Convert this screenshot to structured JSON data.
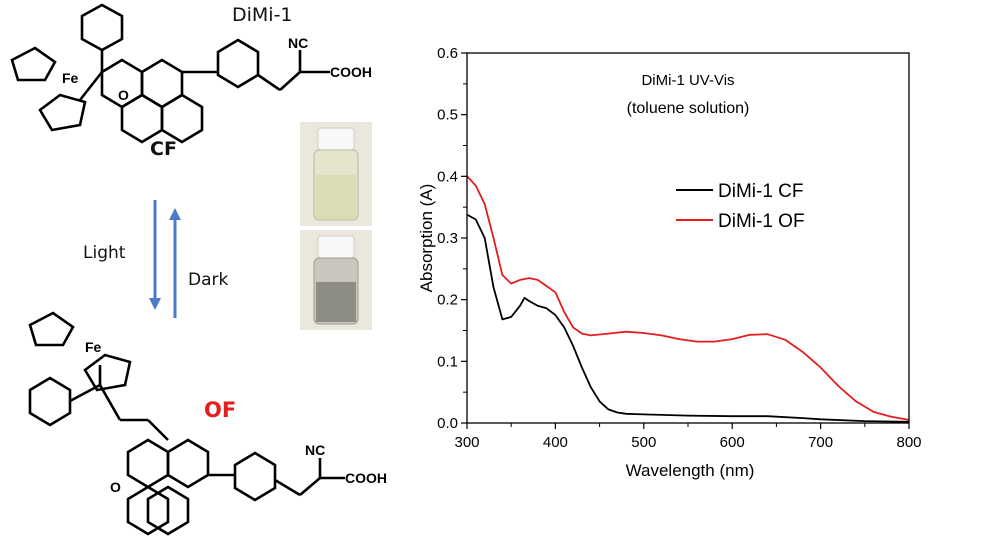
{
  "scheme": {
    "compound_name": "DiMi-1",
    "closed_form_label": "CF",
    "open_form_label": "OF",
    "forward_label": "Light",
    "reverse_label": "Dark",
    "atoms": {
      "iron": "Fe",
      "oxygen": "O",
      "nitrile": "NC",
      "acid": "COOH"
    },
    "colors": {
      "open_form": "#e31e1e",
      "arrow": "#4a7ac8"
    }
  },
  "chart_data": {
    "type": "line",
    "title": "DiMi-1 UV-Vis",
    "subtitle": "(toluene solution)",
    "xlabel": "Wavelength (nm)",
    "ylabel": "Absorption (A)",
    "xlim": [
      300,
      800
    ],
    "ylim": [
      0,
      0.6
    ],
    "xticks": [
      "300",
      "400",
      "500",
      "600",
      "700",
      "800"
    ],
    "yticks": [
      "0.0",
      "0.1",
      "0.2",
      "0.3",
      "0.4",
      "0.5",
      "0.6"
    ],
    "grid": false,
    "legend_position": "center-right",
    "series": [
      {
        "name": "DiMi-1 CF",
        "color": "#000000",
        "x": [
          300,
          310,
          320,
          330,
          340,
          350,
          360,
          365,
          370,
          380,
          390,
          400,
          410,
          420,
          430,
          440,
          450,
          460,
          470,
          480,
          500,
          550,
          600,
          640,
          680,
          700,
          750,
          800
        ],
        "y": [
          0.338,
          0.33,
          0.3,
          0.22,
          0.168,
          0.172,
          0.19,
          0.203,
          0.198,
          0.19,
          0.186,
          0.175,
          0.155,
          0.125,
          0.09,
          0.058,
          0.035,
          0.022,
          0.017,
          0.015,
          0.014,
          0.012,
          0.011,
          0.011,
          0.008,
          0.006,
          0.003,
          0.002
        ]
      },
      {
        "name": "DiMi-1 OF",
        "color": "#e31e1e",
        "x": [
          300,
          310,
          320,
          330,
          340,
          350,
          360,
          370,
          380,
          390,
          400,
          410,
          420,
          430,
          440,
          460,
          480,
          500,
          520,
          540,
          560,
          580,
          600,
          620,
          640,
          660,
          680,
          700,
          720,
          740,
          760,
          780,
          800
        ],
        "y": [
          0.4,
          0.385,
          0.355,
          0.3,
          0.24,
          0.226,
          0.232,
          0.235,
          0.232,
          0.222,
          0.212,
          0.18,
          0.155,
          0.145,
          0.142,
          0.145,
          0.148,
          0.146,
          0.142,
          0.136,
          0.132,
          0.132,
          0.136,
          0.143,
          0.144,
          0.135,
          0.115,
          0.09,
          0.06,
          0.035,
          0.018,
          0.01,
          0.005
        ]
      }
    ]
  }
}
